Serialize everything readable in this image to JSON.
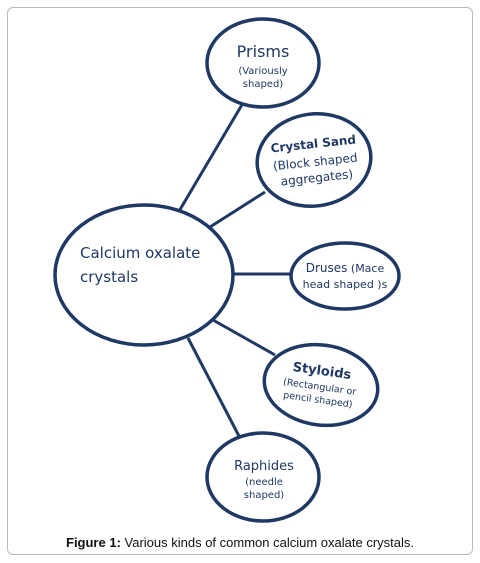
{
  "diagram": {
    "center": {
      "line1": "Calcium oxalate",
      "line2": "crystals"
    },
    "nodes": [
      {
        "title": "Prisms",
        "sub1": "(Variously",
        "sub2": "shaped)"
      },
      {
        "title": "Crystal Sand",
        "sub1": "(Block shaped",
        "sub2": "aggregates)"
      },
      {
        "title": "Druses",
        "title_suffix": " (Mace",
        "sub1": "head shaped )s"
      },
      {
        "title": "Styloids",
        "sub1": "(Rectangular or",
        "sub2": "pencil shaped)"
      },
      {
        "title": "Raphides",
        "sub1": "(needle",
        "sub2": "shaped)"
      }
    ],
    "colors": {
      "stroke": "#1f3864",
      "text": "#1f3864"
    }
  },
  "caption": {
    "label": "Figure 1:",
    "text": " Various kinds of common calcium oxalate crystals."
  }
}
